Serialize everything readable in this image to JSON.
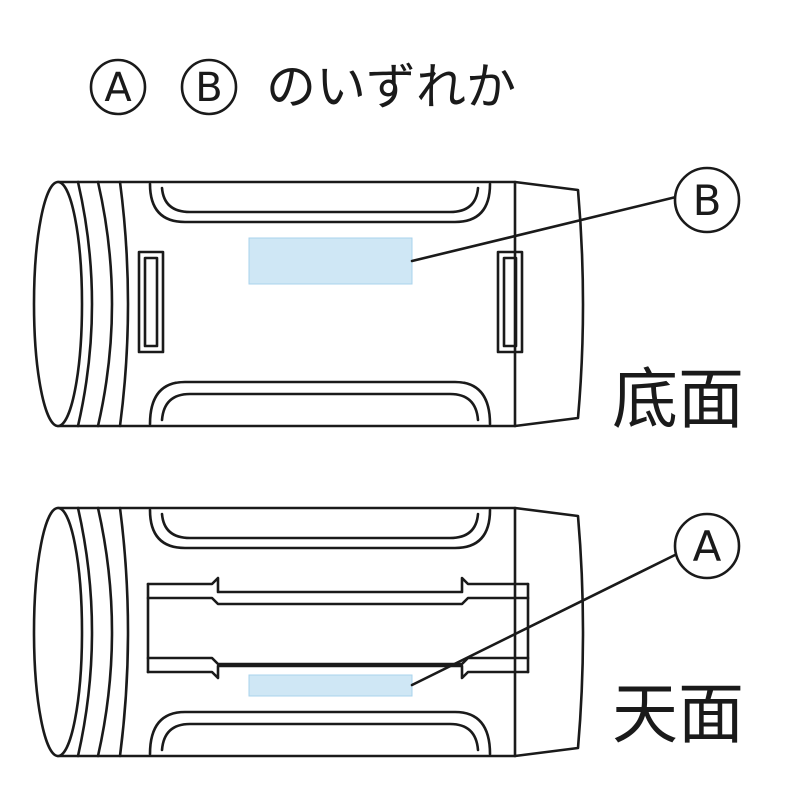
{
  "title": {
    "mark_a": "A",
    "mark_b": "B",
    "text": "のいずれか"
  },
  "bottom_view": {
    "label": "底面",
    "marker": "B"
  },
  "top_view": {
    "label": "天面",
    "marker": "A"
  },
  "colors": {
    "line": "#1a1a1a",
    "print_area": "#cfe7f5",
    "print_area_stroke": "#a9d3ec",
    "background": "#ffffff"
  }
}
